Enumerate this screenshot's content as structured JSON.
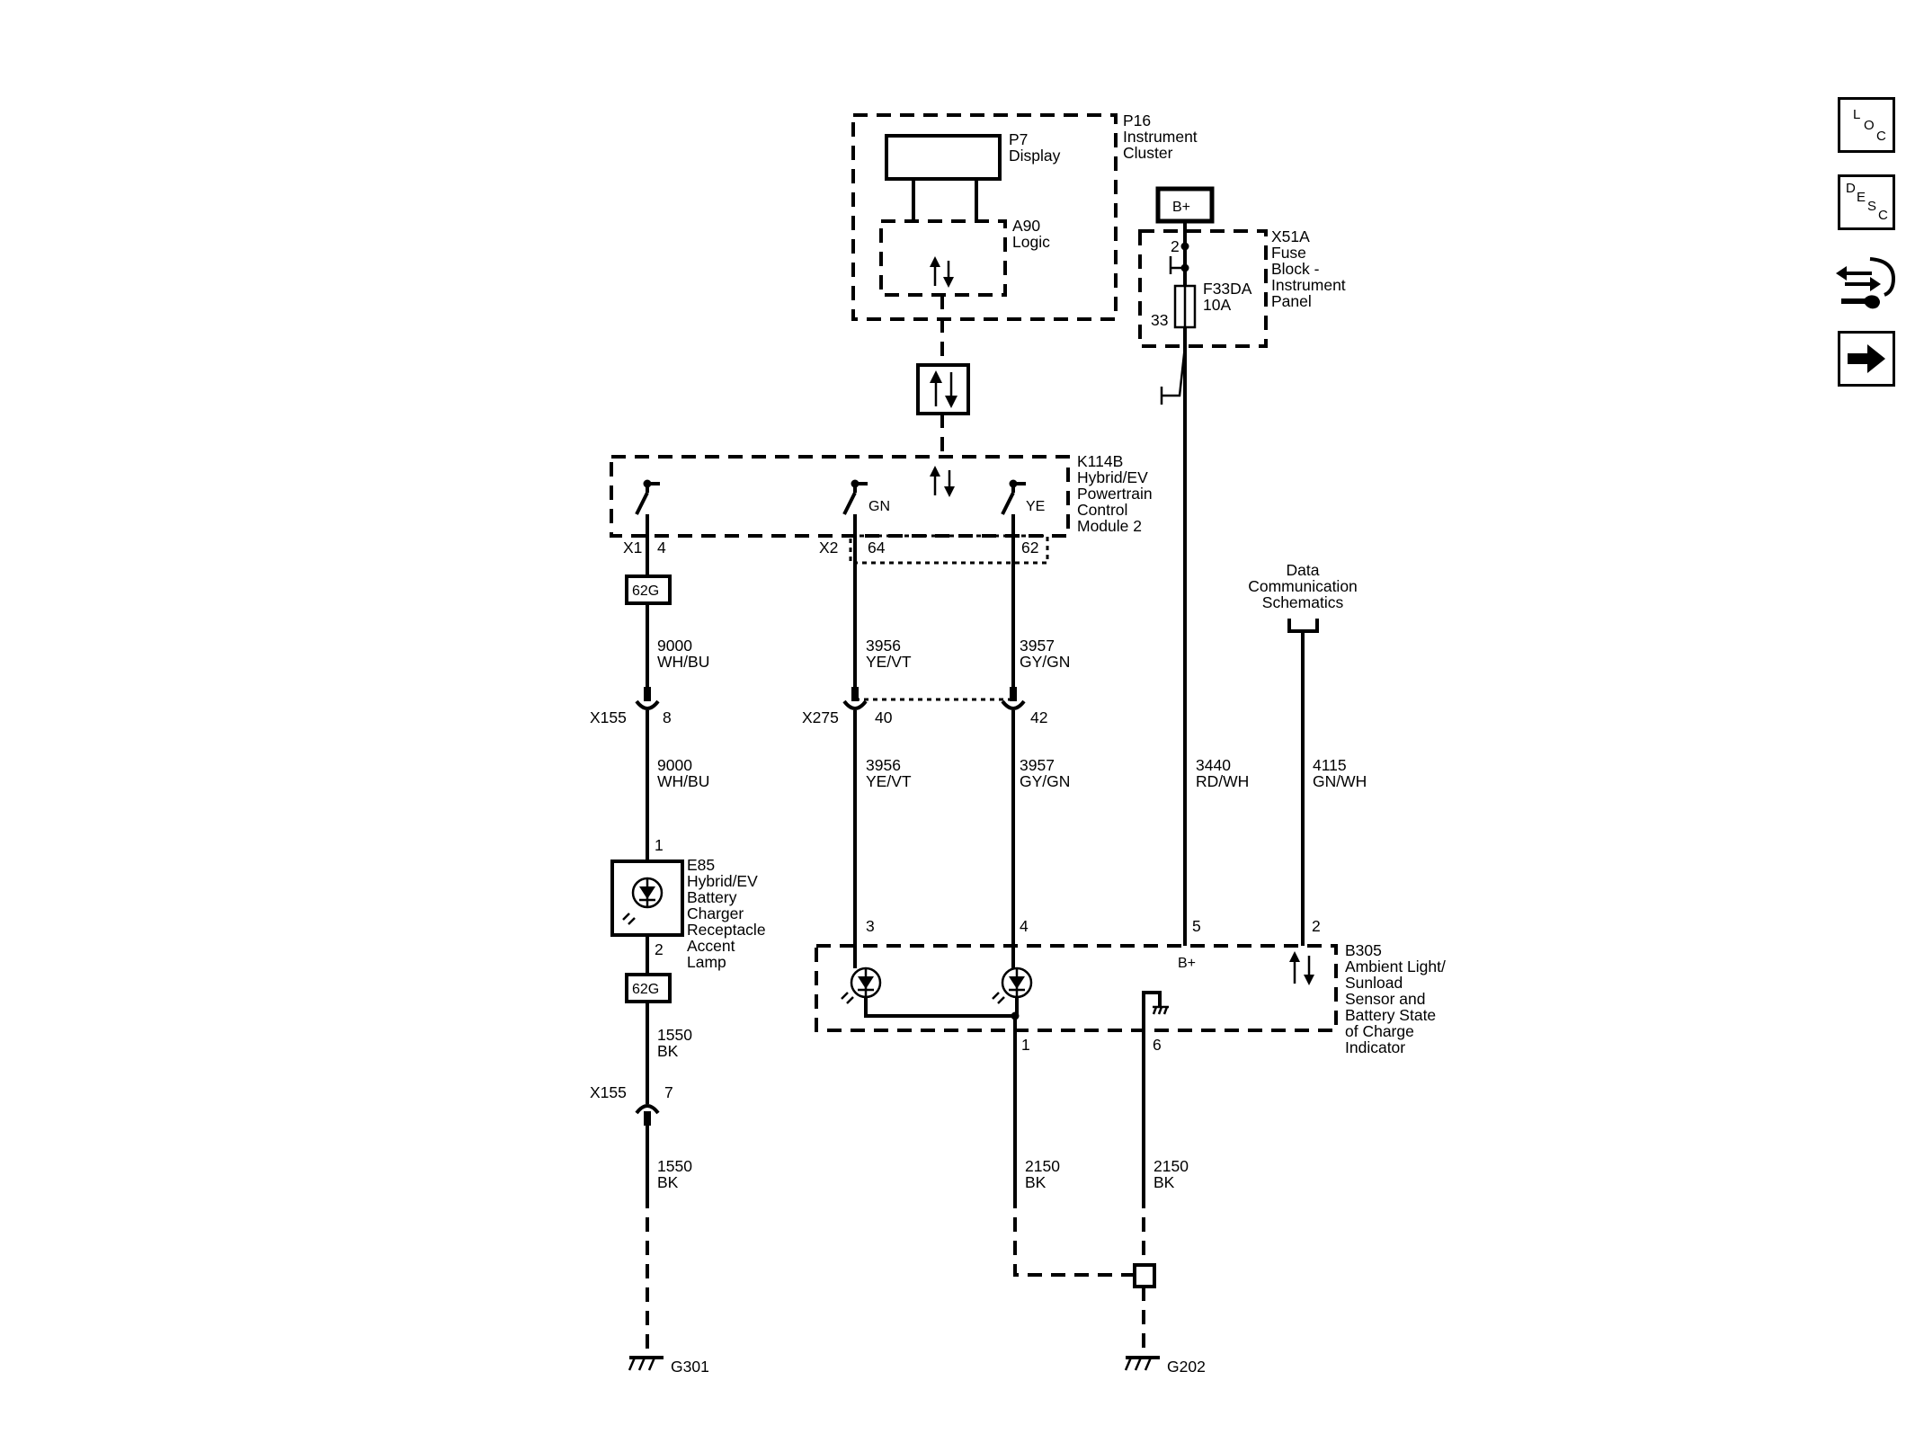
{
  "components": {
    "p16": {
      "id": "P16",
      "name": [
        "Instrument",
        "Cluster"
      ]
    },
    "p7": {
      "id": "P7",
      "name": [
        "Display"
      ]
    },
    "a90": {
      "id": "A90",
      "name": [
        "Logic"
      ]
    },
    "x51a": {
      "id": "X51A",
      "name": [
        "Fuse",
        "Block -",
        "Instrument",
        "Panel"
      ],
      "pins": [
        "2",
        "33"
      ]
    },
    "fuse": {
      "id": "F33DA",
      "rating": "10A"
    },
    "battery": {
      "label": "B+"
    },
    "k114b": {
      "id": "K114B",
      "name": [
        "Hybrid/EV",
        "Powertrain",
        "Control",
        "Module 2"
      ],
      "connectors": [
        "X1",
        "X2"
      ],
      "pins": [
        "4",
        "64",
        "62"
      ],
      "wire_tags": [
        "GN",
        "YE"
      ]
    },
    "e85": {
      "id": "E85",
      "name": [
        "Hybrid/EV",
        "Battery",
        "Charger",
        "Receptacle",
        "Accent",
        "Lamp"
      ],
      "pins": [
        "1",
        "2"
      ]
    },
    "b305": {
      "id": "B305",
      "name": [
        "Ambient Light/",
        "Sunload",
        "Sensor and",
        "Battery State",
        "of Charge",
        "Indicator"
      ],
      "pins": [
        "3",
        "4",
        "5",
        "2",
        "1",
        "6"
      ],
      "bplus": "B+"
    },
    "data_comm": {
      "lines": [
        "Data",
        "Communication",
        "Schematics"
      ]
    }
  },
  "splices": [
    "62G",
    "62G"
  ],
  "inline_connectors": [
    {
      "id": "X155",
      "pin": "8"
    },
    {
      "id": "X275",
      "pins": [
        "40",
        "42"
      ]
    },
    {
      "id": "X155",
      "pin": "7"
    }
  ],
  "wires": [
    {
      "circuit": "9000",
      "color": "WH/BU"
    },
    {
      "circuit": "9000",
      "color": "WH/BU"
    },
    {
      "circuit": "3956",
      "color": "YE/VT"
    },
    {
      "circuit": "3956",
      "color": "YE/VT"
    },
    {
      "circuit": "3957",
      "color": "GY/GN"
    },
    {
      "circuit": "3957",
      "color": "GY/GN"
    },
    {
      "circuit": "3440",
      "color": "RD/WH"
    },
    {
      "circuit": "4115",
      "color": "GN/WH"
    },
    {
      "circuit": "1550",
      "color": "BK"
    },
    {
      "circuit": "1550",
      "color": "BK"
    },
    {
      "circuit": "2150",
      "color": "BK"
    },
    {
      "circuit": "2150",
      "color": "BK"
    }
  ],
  "grounds": [
    "G301",
    "G202"
  ],
  "nav": [
    {
      "name": "location",
      "letters": [
        "L",
        "O",
        "C"
      ]
    },
    {
      "name": "description",
      "letters": [
        "D",
        "E",
        "S",
        "C"
      ]
    },
    {
      "name": "diagnostic-icon"
    },
    {
      "name": "next-arrow-icon"
    }
  ]
}
